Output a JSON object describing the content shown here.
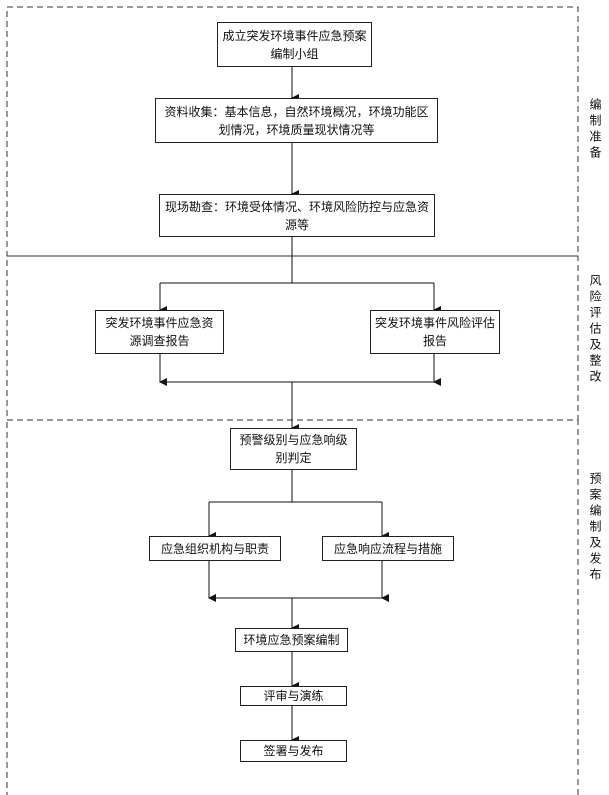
{
  "stages": [
    {
      "label": "编制准备"
    },
    {
      "label": "风险评估及整改"
    },
    {
      "label": "预案编制及发布"
    }
  ],
  "boxes": {
    "team": "成立突发环境事件应急预案编制小组",
    "collect": "资料收集：基本信息，自然环境概况，环境功能区划情况，环境质量现状情况等",
    "survey": "现场勘查：环境受体情况、环境风险防控与应急资源等",
    "resource_report": "突发环境事件应急资源调查报告",
    "risk_report": "突发环境事件风险评估报告",
    "level": "预警级别与应急响级别判定",
    "org": "应急组织机构与职责",
    "process": "应急响应流程与措施",
    "compile": "环境应急预案编制",
    "review": "评审与演练",
    "sign": "签署与发布"
  }
}
